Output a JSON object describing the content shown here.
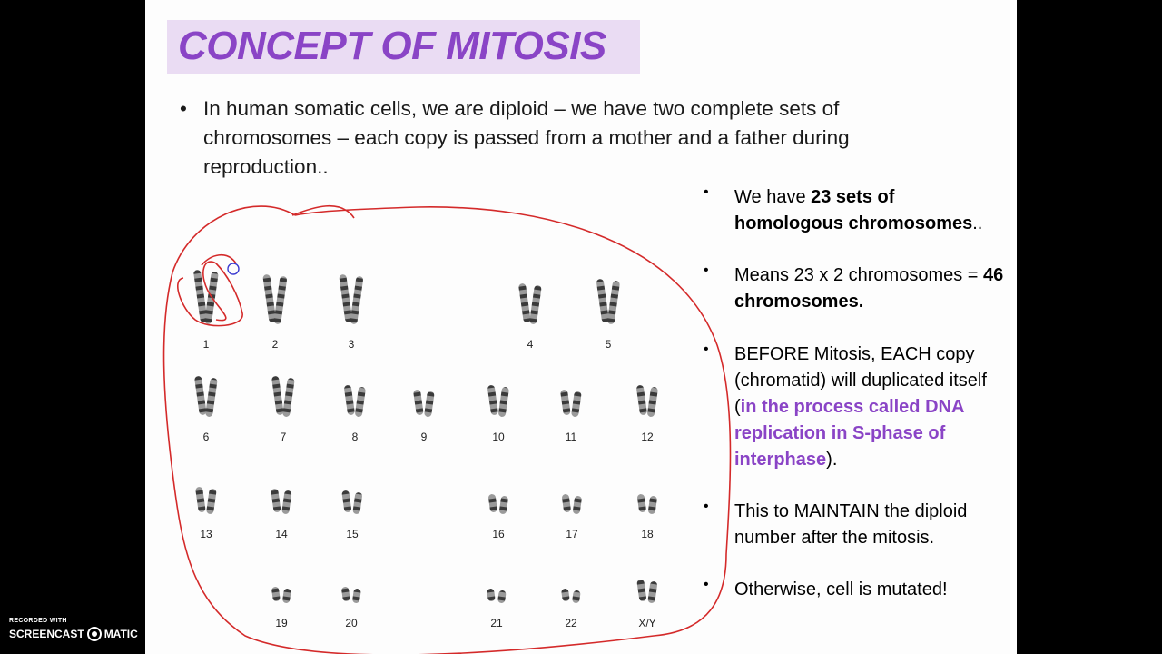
{
  "slide": {
    "title": "CONCEPT OF MITOSIS",
    "intro_bullet": "•",
    "intro_text": "In human somatic cells, we are diploid – we have two complete sets of chromosomes – each copy is passed from a mother and a father during reproduction..",
    "points": [
      {
        "a": "We have ",
        "b": "23 sets  of homologous chromosomes",
        "c": ".."
      },
      {
        "a": "Means 23 x 2 chromosomes = ",
        "b": "46 chromosomes.",
        "c": ""
      },
      {
        "a": "BEFORE Mitosis, EACH copy (chromatid) will  duplicated itself (",
        "p": "in the process called DNA replication in S-phase of interphase",
        "c": ")."
      },
      {
        "a": "This to MAINTAIN the diploid number after the mitosis."
      },
      {
        "a": "Otherwise, cell is mutated!"
      }
    ]
  },
  "karyotype": {
    "labels": [
      "1",
      "2",
      "3",
      "4",
      "5",
      "6",
      "7",
      "8",
      "9",
      "10",
      "11",
      "12",
      "13",
      "14",
      "15",
      "16",
      "17",
      "18",
      "19",
      "20",
      "21",
      "22",
      "X/Y"
    ]
  },
  "colors": {
    "title": "#8a44c6",
    "title_bg": "#eadcf3",
    "annotation": "#d42a2a",
    "annotation_circle": "#3a3ad0"
  },
  "watermark": {
    "top": "RECORDED WITH",
    "left": "SCREENCAST",
    "right": "MATIC"
  }
}
